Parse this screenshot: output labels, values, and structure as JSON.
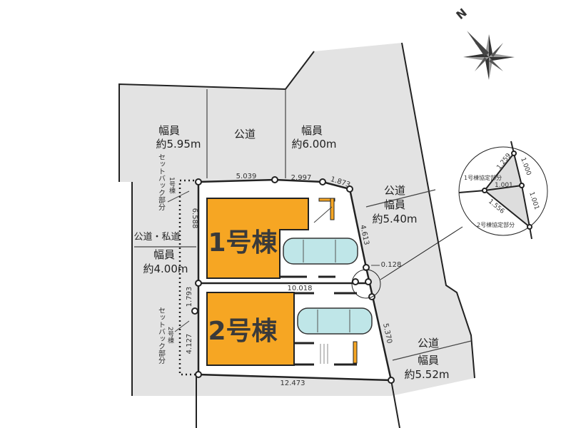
{
  "colors": {
    "road": "#e3e3e3",
    "building": "#f6a623",
    "car": "#bfe6e8",
    "line": "#222222"
  },
  "compass": {
    "north_label": "N"
  },
  "roads": {
    "top_left": {
      "width_label": "幅員",
      "width_value": "約5.95m"
    },
    "top_center": {
      "name": "公道"
    },
    "top_right": {
      "width_label": "幅員",
      "width_value": "約6.00m"
    },
    "left": {
      "name": "公道・私道",
      "width_label": "幅員",
      "width_value": "約4.00m"
    },
    "right_upper": {
      "name": "公道",
      "width_label": "幅員",
      "width_value": "約5.40m"
    },
    "right_lower": {
      "name": "公道",
      "width_label": "幅員",
      "width_value": "約5.52m"
    }
  },
  "buildings": [
    {
      "label": "1号棟",
      "setback_label": "セットバック部分",
      "setback_house": "1号棟"
    },
    {
      "label": "2号棟",
      "setback_label": "セットバック部分",
      "setback_house": "2号棟"
    }
  ],
  "dimensions": {
    "top_1": "5.039",
    "top_2": "2.997",
    "top_3": "1.873",
    "right_1": "4.613",
    "right_2": "0.128",
    "right_3": "5.370",
    "middle": "10.018",
    "bottom": "12.473",
    "left_1": "6.588",
    "left_2": "1.793",
    "left_3": "4.127"
  },
  "detail": {
    "d1": "1.259",
    "d2": "1.000",
    "d3": "1.001",
    "d4": "1.001",
    "d5": "1.556",
    "label_1": "1号棟協定部分",
    "label_2": "2号棟協定部分"
  }
}
